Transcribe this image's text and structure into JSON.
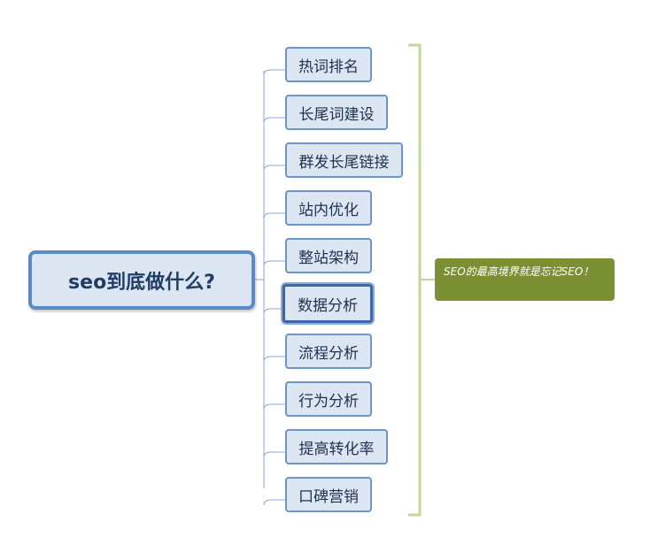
{
  "root": {
    "label": "seo到底做什么?"
  },
  "topics": [
    {
      "label": "热词排名"
    },
    {
      "label": "长尾词建设"
    },
    {
      "label": "群发长尾链接"
    },
    {
      "label": "站内优化"
    },
    {
      "label": "整站架构"
    },
    {
      "label": "数据分析",
      "selected": true
    },
    {
      "label": "流程分析"
    },
    {
      "label": "行为分析"
    },
    {
      "label": "提高转化率"
    },
    {
      "label": "口碑营销"
    }
  ],
  "summary": {
    "label": "SEO的最高境界就是忘记SEO！"
  },
  "colors": {
    "node_fill": "#dce6f2",
    "node_border": "#6c95cc",
    "connector": "#8aa7cf",
    "bracket": "#c3d69b",
    "summary_fill": "#7a9033"
  }
}
